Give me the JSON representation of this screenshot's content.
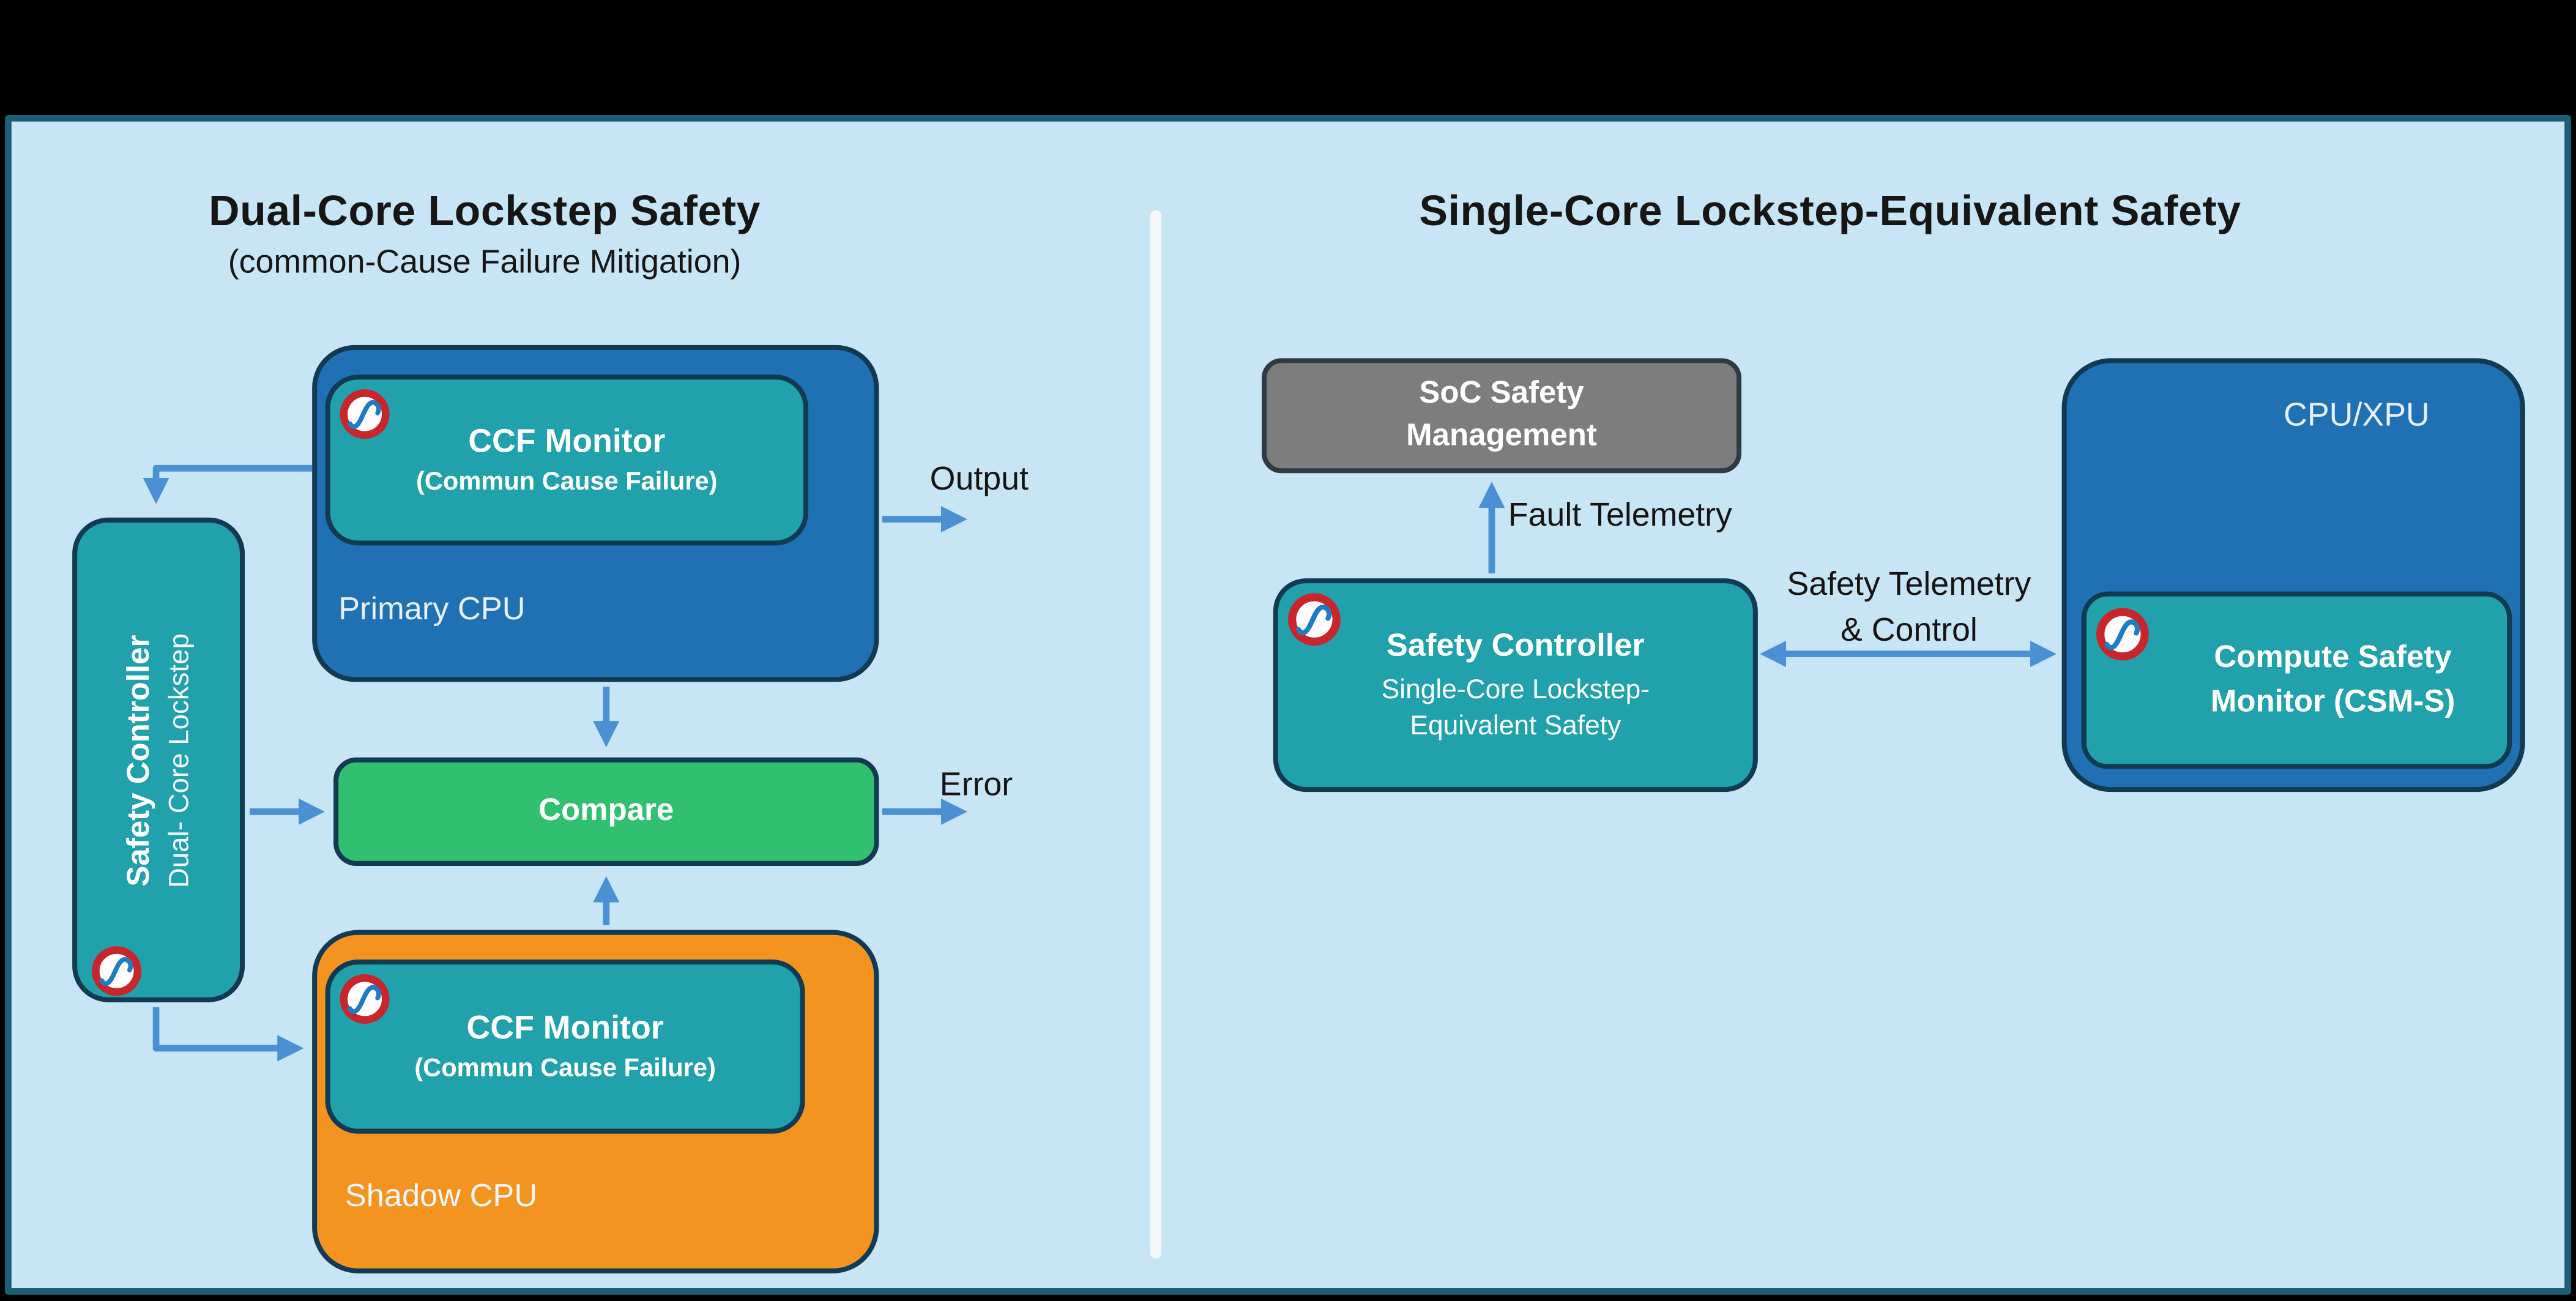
{
  "panel": {
    "left": {
      "title": "Dual-Core Lockstep Safety",
      "subtitle": "(common-Cause Failure Mitigation)",
      "safety_controller": {
        "title": "Safety Controller",
        "subtitle": "Dual- Core Lockstep"
      },
      "primary_cpu": {
        "label": "Primary CPU",
        "ccf_title": "CCF Monitor",
        "ccf_subtitle": "(Commun Cause Failure)"
      },
      "shadow_cpu": {
        "label": "Shadow CPU",
        "ccf_title": "CCF Monitor",
        "ccf_subtitle": "(Commun Cause Failure)"
      },
      "compare_label": "Compare",
      "output_label": "Output",
      "error_label": "Error"
    },
    "right": {
      "title": "Single-Core Lockstep-Equivalent Safety",
      "soc_management": {
        "line1": "SoC Safety",
        "line2": "Management"
      },
      "fault_telemetry_label": "Fault Telemetry",
      "safety_controller": {
        "title": "Safety Controller",
        "line1": "Single-Core Lockstep-",
        "line2": "Equivalent Safety"
      },
      "safety_telemetry": {
        "line1": "Safety Telemetry",
        "line2": "& Control"
      },
      "cpu_xpu": {
        "label": "CPU/XPU",
        "csm_line1": "Compute Safety",
        "csm_line2": "Monitor (CSM-S)"
      }
    }
  },
  "colors": {
    "background": "#C7E5F4",
    "frame_border": "#1B5E78",
    "dark_blue_box": "#2070B4",
    "teal_box": "#21A1AB",
    "green_box": "#31C06F",
    "orange_box": "#F2941F",
    "gray_box": "#7D7D7D",
    "arrow": "#4A90D2",
    "logo_red": "#C9252C",
    "logo_blue": "#1F7CC4"
  },
  "icons": {
    "logo": "safety-logo-icon (red ring with blue sine wave)"
  }
}
